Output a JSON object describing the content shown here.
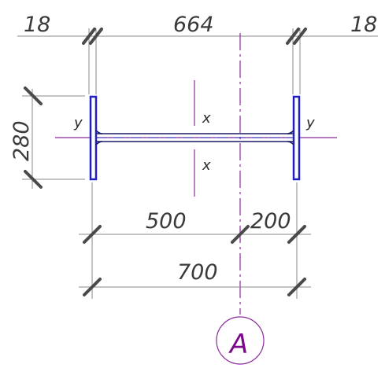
{
  "dimensions": {
    "top_left_flange": "18",
    "top_overall": "664",
    "top_right_flange": "18",
    "left_height": "280",
    "bottom_first_segment": "500",
    "bottom_second_segment": "200",
    "bottom_total": "700"
  },
  "axes": {
    "y_left": "y",
    "y_right": "y",
    "x_top": "x",
    "x_bottom": "x"
  },
  "grid_axis": {
    "label": "A"
  },
  "colors": {
    "flange": "#2020c0",
    "axis_line": "#8a2a9a",
    "dimension": "#8a8a8a",
    "tick": "#4a4a4a"
  }
}
